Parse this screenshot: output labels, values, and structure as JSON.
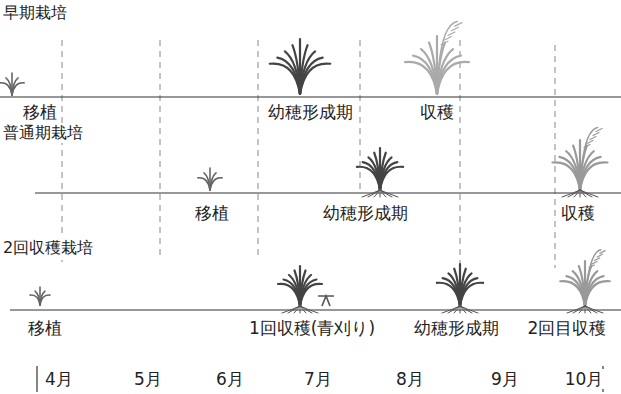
{
  "diagram": {
    "labels": [
      "早期栽培",
      "移植",
      "幼穂形成期",
      "収穫",
      "普通期栽培",
      "移植",
      "幼穂形成期",
      "収穫",
      "2回収穫栽培",
      "移植",
      "1回収穫(青刈り)",
      "幼穂形成期",
      "2回目収穫",
      "4月",
      "5月",
      "6月",
      "7月",
      "8月",
      "9月",
      "10月"
    ]
  }
}
